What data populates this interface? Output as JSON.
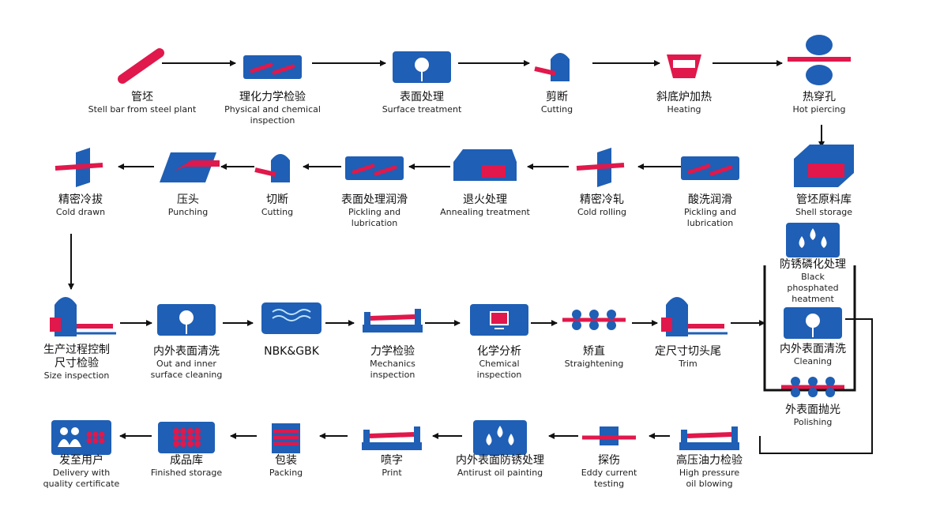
{
  "colors": {
    "blue": "#1f5fb5",
    "red": "#e0184b",
    "dark": "#111111"
  },
  "steps": [
    {
      "id": "s1",
      "cn": "管坯",
      "en": "Stell bar from steel plant",
      "icon": "steel-bar-icon"
    },
    {
      "id": "s2",
      "cn": "理化力学检验",
      "en": "Physical and chemical\ninspection",
      "icon": "bars-box-icon"
    },
    {
      "id": "s3",
      "cn": "表面处理",
      "en": "Surface treatment",
      "icon": "lamp-box-icon"
    },
    {
      "id": "s4",
      "cn": "剪断",
      "en": "Cutting",
      "icon": "cutter-icon"
    },
    {
      "id": "s5",
      "cn": "斜底炉加热",
      "en": "Heating",
      "icon": "furnace-icon"
    },
    {
      "id": "s6",
      "cn": "热穿孔",
      "en": "Hot piercing",
      "icon": "piercing-icon"
    },
    {
      "id": "s7",
      "cn": "管坯原料库",
      "en": "Shell storage",
      "icon": "storage-icon"
    },
    {
      "id": "s8",
      "cn": "酸洗润滑",
      "en": "Pickling and\nlubrication",
      "icon": "bars-box-icon"
    },
    {
      "id": "s9",
      "cn": "精密冷轧",
      "en": "Cold rolling",
      "icon": "die-icon"
    },
    {
      "id": "s10",
      "cn": "退火处理",
      "en": "Annealing treatment",
      "icon": "annealing-icon"
    },
    {
      "id": "s11",
      "cn": "表面处理润滑",
      "en": "Pickling and\nlubrication",
      "icon": "bars-box-icon"
    },
    {
      "id": "s12",
      "cn": "切断",
      "en": "Cutting",
      "icon": "cutter-icon"
    },
    {
      "id": "s13",
      "cn": "压头",
      "en": "Punching",
      "icon": "punching-icon"
    },
    {
      "id": "s14",
      "cn": "精密冷拔",
      "en": "Cold drawn",
      "icon": "die-icon"
    },
    {
      "id": "s15",
      "cn": "生产过程控制\n尺寸检验",
      "en": "Size inspection",
      "icon": "machine-icon"
    },
    {
      "id": "s16",
      "cn": "内外表面清洗",
      "en": "Out and inner\nsurface cleaning",
      "icon": "lamp-box-icon"
    },
    {
      "id": "s17",
      "cn": "NBK&GBK",
      "en": "",
      "icon": "tank-icon"
    },
    {
      "id": "s18",
      "cn": "力学检验",
      "en": "Mechanics\ninspection",
      "icon": "bench-icon"
    },
    {
      "id": "s19",
      "cn": "化学分析",
      "en": "Chemical\ninspection",
      "icon": "monitor-box-icon"
    },
    {
      "id": "s20",
      "cn": "矫直",
      "en": "Straightening",
      "icon": "rollers-icon"
    },
    {
      "id": "s21",
      "cn": "定尺寸切头尾",
      "en": "Trim",
      "icon": "machine-icon"
    },
    {
      "id": "s22",
      "cn": "防锈磷化处理",
      "en": "Black\nphosphated\nheatment",
      "icon": "drops-box-icon"
    },
    {
      "id": "s23",
      "cn": "内外表面清洗",
      "en": "Cleaning",
      "icon": "lamp-box-icon"
    },
    {
      "id": "s24",
      "cn": "外表面抛光",
      "en": "Polishing",
      "icon": "rollers-icon"
    },
    {
      "id": "s25",
      "cn": "高压油力检验",
      "en": "High pressure\noil blowing",
      "icon": "bench-icon"
    },
    {
      "id": "s26",
      "cn": "探伤",
      "en": "Eddy current\ntesting",
      "icon": "probe-icon"
    },
    {
      "id": "s27",
      "cn": "内外表面防锈处理",
      "en": "Antirust oil painting",
      "icon": "drops-box-icon"
    },
    {
      "id": "s28",
      "cn": "喷字",
      "en": "Print",
      "icon": "bench-icon"
    },
    {
      "id": "s29",
      "cn": "包装",
      "en": "Packing",
      "icon": "package-icon"
    },
    {
      "id": "s30",
      "cn": "成品库",
      "en": "Finished storage",
      "icon": "bundle-icon"
    },
    {
      "id": "s31",
      "cn": "发至用户",
      "en": "Delivery with\nquality certificate",
      "icon": "users-icon"
    }
  ]
}
